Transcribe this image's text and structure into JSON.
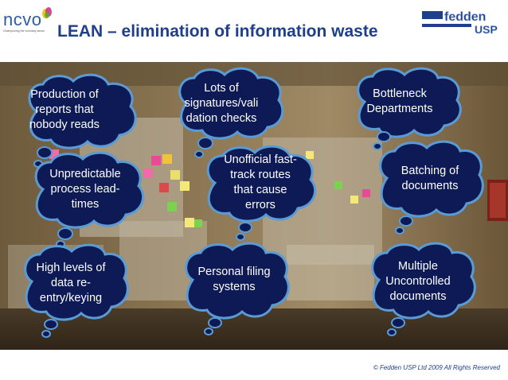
{
  "header": {
    "title": "LEAN – elimination of information waste",
    "left_logo": {
      "text": "ncvo",
      "tagline": "Championing the voluntary sector"
    },
    "right_logo": {
      "text": "fedden USP"
    }
  },
  "colors": {
    "title": "#1f3f8c",
    "bubble_fill": "#0d1a55",
    "bubble_outline": "#5b9bd5",
    "bubble_text": "#ffffff"
  },
  "bubbles": [
    {
      "text": "Production of\nreports that\nnobody reads"
    },
    {
      "text": "Lots of\nsignatures/vali\ndation checks"
    },
    {
      "text": "Bottleneck\nDepartments"
    },
    {
      "text": "Unpredictable\nprocess lead-\ntimes"
    },
    {
      "text": "Unofficial fast-\ntrack routes\nthat cause\nerrors"
    },
    {
      "text": "Batching of\ndocuments"
    },
    {
      "text": "High levels of\ndata re-\nentry/keying"
    },
    {
      "text": "Personal filing\nsystems"
    },
    {
      "text": "Multiple\nUncontrolled\ndocuments"
    }
  ],
  "footer": {
    "copyright": "© Fedden USP Ltd 2009 All Rights Reserved"
  }
}
